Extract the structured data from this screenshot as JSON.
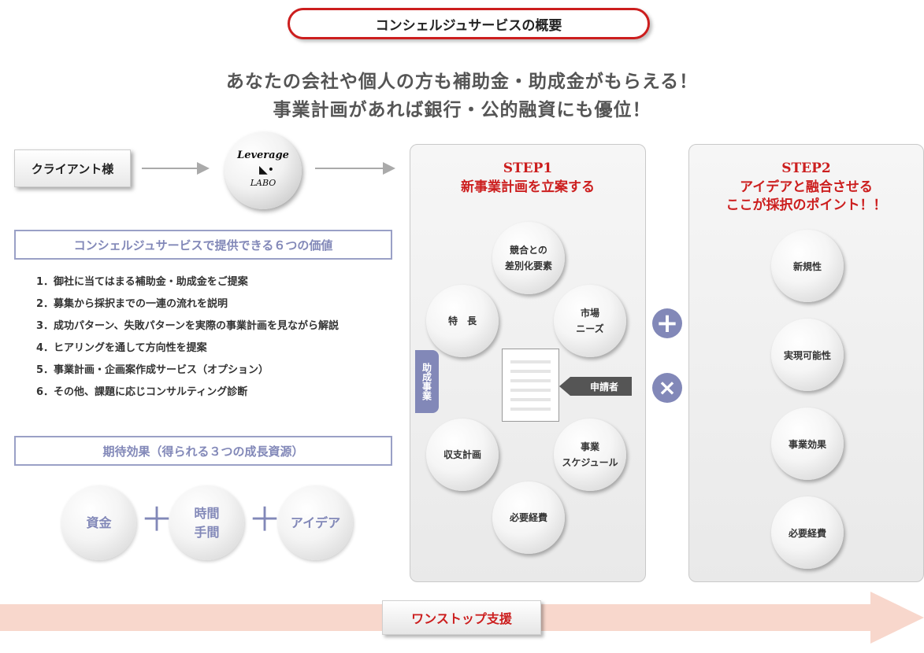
{
  "title": "コンシェルジュサービスの概要",
  "headline": {
    "line1": "あなたの会社や個人の方も補助金・助成金がもらえる！",
    "line2": "事業計画があれば銀行・公的融資にも優位！"
  },
  "client_label": "クライアント様",
  "logo": {
    "top_text": "Leverage",
    "bottom_text": "LABO"
  },
  "values": {
    "heading": "コンシェルジュサービスで提供できる６つの価値",
    "items": [
      "1．御社に当てはまる補助金・助成金をご提案",
      "2．募集から採択までの一連の流れを説明",
      "3．成功パターン、失敗パターンを実際の事業計画を見ながら解説",
      "4．ヒアリングを通して方向性を提案",
      "5．事業計画・企画案作成サービス（オプション）",
      "6．その他、課題に応じコンサルティング診断"
    ]
  },
  "effects": {
    "heading": "期待効果（得られる３つの成長資源）",
    "resources": [
      "資金",
      "時間\n手間",
      "アイデア"
    ]
  },
  "step1": {
    "title": "STEP1",
    "subtitle": "新事業計画を立案する",
    "nodes": {
      "top": "競合との\n差別化要素",
      "upper_left": "特　長",
      "upper_right": "市場\nニーズ",
      "lower_left": "収支計画",
      "lower_right": "事業\nスケジュール",
      "bottom": "必要経費"
    },
    "subsidy_tab": "助成事業",
    "applicant_tag": "申請者"
  },
  "operators": {
    "plus": "+",
    "times": "×"
  },
  "step2": {
    "title": "STEP2",
    "subtitle_line1": "アイデアと融合させる",
    "subtitle_line2": "ここが採択のポイント！！",
    "items": [
      "新規性",
      "実現可能性",
      "事業効果",
      "必要経費"
    ]
  },
  "bottom_button": "ワンストップ支援",
  "colors": {
    "accent_red": "#cc1e1e",
    "accent_blue": "#8288b8",
    "arrow_pink": "#f8d7cc"
  }
}
